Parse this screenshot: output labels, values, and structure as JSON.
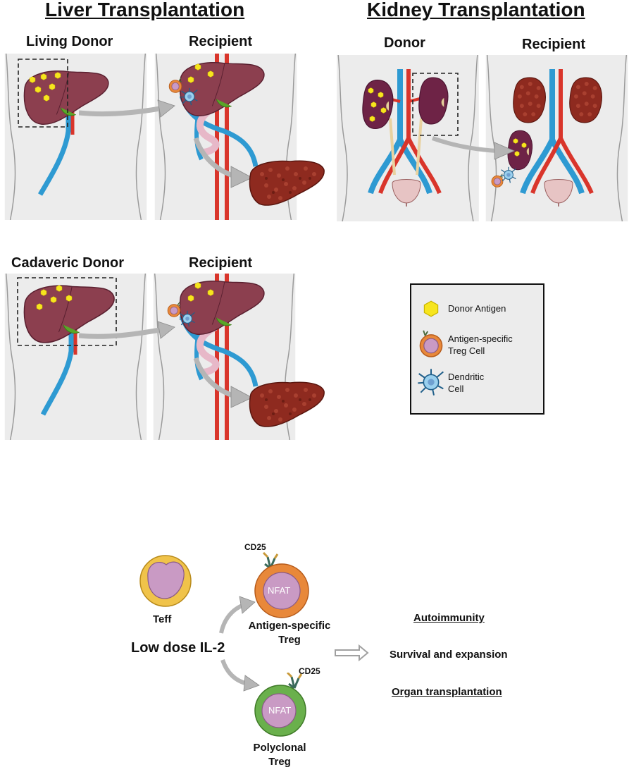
{
  "liver": {
    "title": "Liver Transplantation",
    "living_donor_label": "Living Donor",
    "recipient_label_1": "Recipient",
    "cadaveric_donor_label": "Cadaveric Donor",
    "recipient_label_2": "Recipient"
  },
  "kidney": {
    "title": "Kidney Transplantation",
    "donor_label": "Donor",
    "recipient_label": "Recipient"
  },
  "legend": {
    "items": [
      {
        "label": "Donor Antigen",
        "icon": "hexagon-icon"
      },
      {
        "label_line1": "Antigen-specific",
        "label_line2": "Treg Cell",
        "icon": "treg-cell-icon"
      },
      {
        "label_line1": "Dendritic",
        "label_line2": "Cell",
        "icon": "dendritic-cell-icon"
      }
    ]
  },
  "il2": {
    "teff_label": "Teff",
    "low_dose_label": "Low dose IL-2",
    "cd25_top": "CD25",
    "cd25_bottom": "CD25",
    "nfat_top": "NFAT",
    "nfat_bottom": "NFAT",
    "antigen_specific_line1": "Antigen-specific",
    "antigen_specific_line2": "Treg",
    "polyclonal_line1": "Polyclonal",
    "polyclonal_line2": "Treg",
    "outcome_autoimmunity": "Autoimmunity",
    "outcome_survival": "Survival and expansion",
    "outcome_organ": "Organ transplantation"
  },
  "colors": {
    "panel_bg": "#ececec",
    "liver": "#8c3f4f",
    "liver_dark": "#6a2a3a",
    "antigen": "#f7e51e",
    "vein": "#2e9ad2",
    "artery": "#d9352b",
    "gallbladder": "#5aa628",
    "graft": "#8e2a1f",
    "arrow": "#b5b5b5",
    "treg_orange": "#e8883a",
    "treg_green": "#6ab04c",
    "teff_yellow": "#f0c34a",
    "nucleus": "#c99ac4"
  }
}
